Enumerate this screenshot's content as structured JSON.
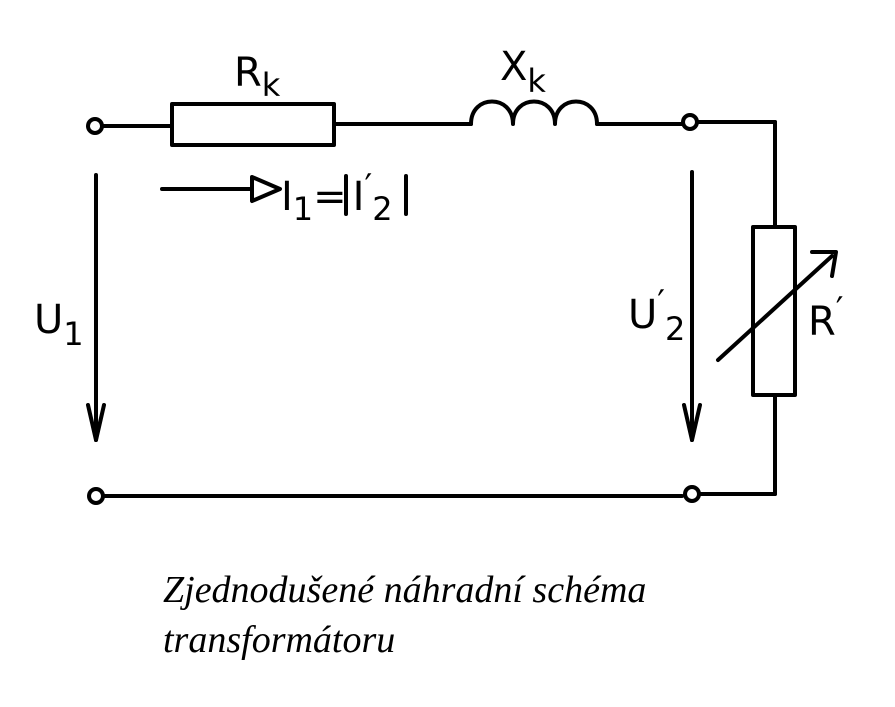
{
  "labels": {
    "rk_main": "R",
    "rk_sub": "k",
    "xk_main": "X",
    "xk_sub": "k",
    "current_a": "I",
    "current_a_sub": "1",
    "current_eq": "=",
    "current_b": "I",
    "current_b_prime": "′",
    "current_b_sub": "2",
    "u1_main": "U",
    "u1_sub": "1",
    "u2_main": "U",
    "u2_prime": "′",
    "u2_sub": "2",
    "r_main": "R",
    "r_prime": "′"
  },
  "caption": {
    "line1": "Zjednodušené náhradní schéma",
    "line2": "transformátoru"
  },
  "colors": {
    "ink": "#000000",
    "background": "#ffffff"
  }
}
